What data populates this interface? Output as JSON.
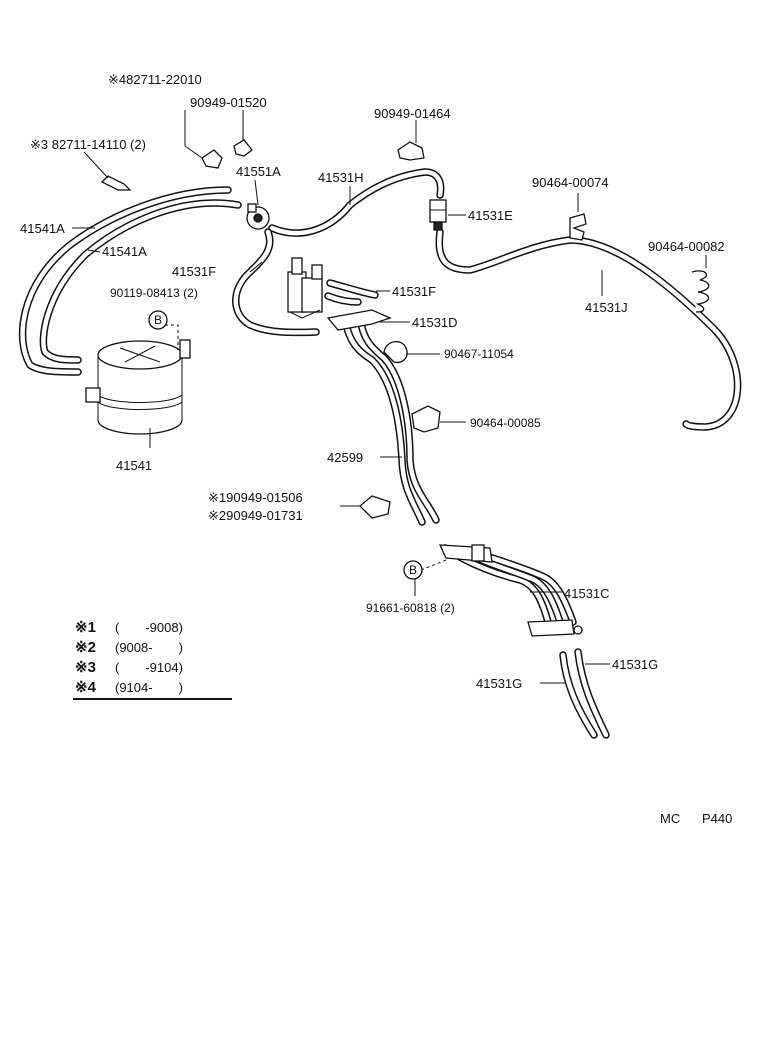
{
  "labels": {
    "p82711_22010": "※482711-22010",
    "p90949_01520": "90949-01520",
    "p82711_14110": "※3 82711-14110 (2)",
    "p90949_01464": "90949-01464",
    "p41551A": "41551A",
    "p41531H": "41531H",
    "p41541A_1": "41541A",
    "p41541A_2": "41541A",
    "p90464_00074": "90464-00074",
    "p41531E": "41531E",
    "p41531F_1": "41531F",
    "p90119_08413": "90119-08413 (2)",
    "p41531F_2": "41531F",
    "p90464_00082": "90464-00082",
    "p41531J": "41531J",
    "p41531D": "41531D",
    "p90467_11054": "90467-11054",
    "p41541": "41541",
    "p90464_00085": "90464-00085",
    "p42599": "42599",
    "p90949_01506": "※190949-01506",
    "p90949_01731": "※290949-01731",
    "p41531C": "41531C",
    "p91661_60818": "91661-60818 (2)",
    "p41531G_1": "41531G",
    "p41531G_2": "41531G",
    "bolt_ref_1": "B",
    "bolt_ref_2": "B"
  },
  "legend": [
    {
      "mark": "※1",
      "range": "(　　-9008)"
    },
    {
      "mark": "※2",
      "range": "(9008-　　)"
    },
    {
      "mark": "※3",
      "range": "(　　-9104)"
    },
    {
      "mark": "※4",
      "range": "(9104-　　)"
    }
  ],
  "footer": {
    "code_mc": "MC",
    "code_page": "P440"
  }
}
